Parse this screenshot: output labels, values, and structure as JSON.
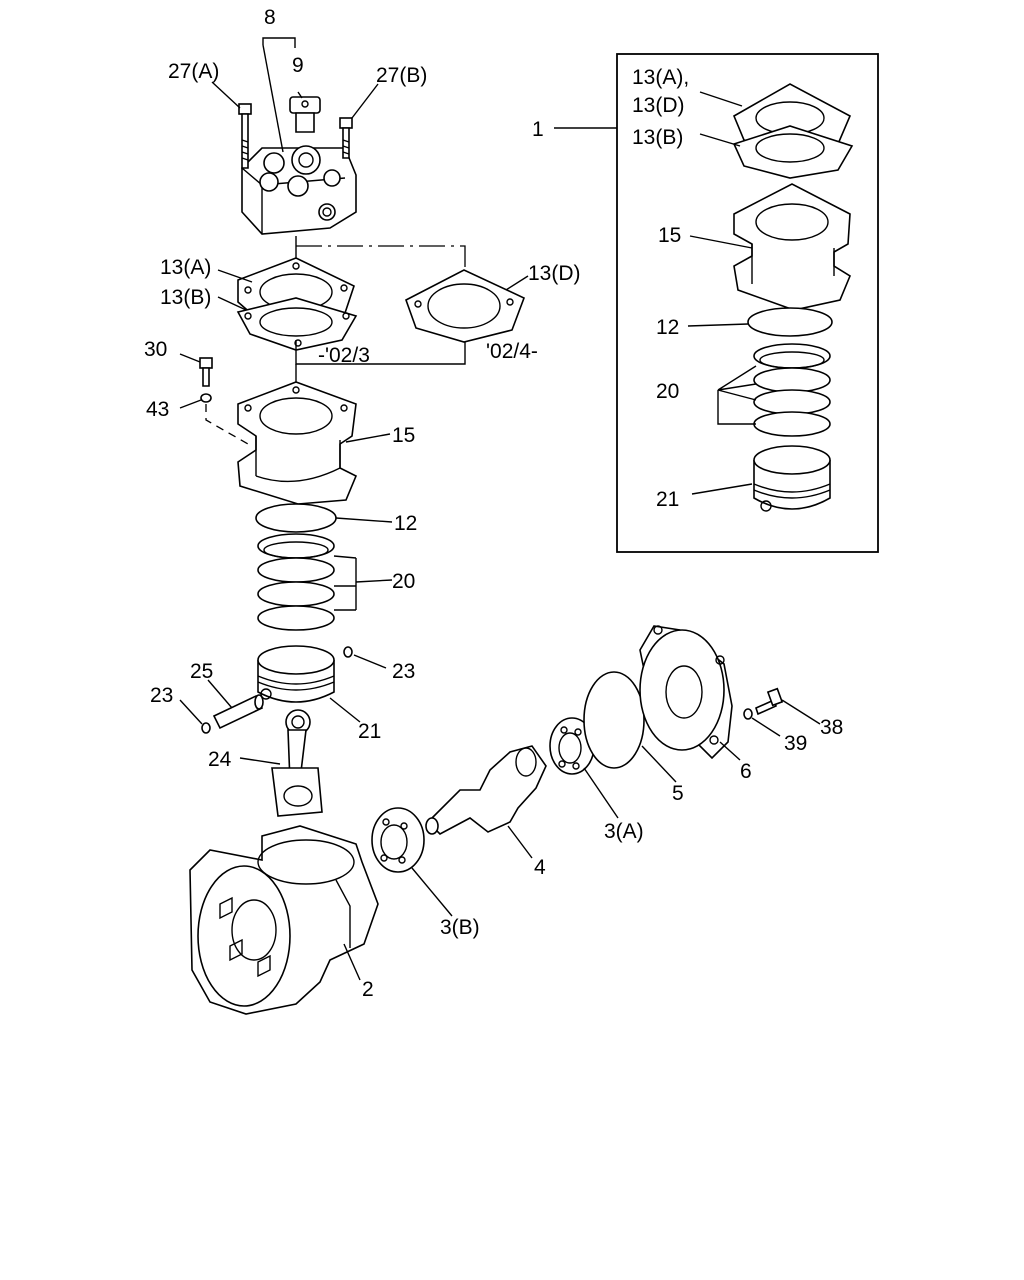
{
  "labels": {
    "l8": "8",
    "l9": "9",
    "l27a": "27(A)",
    "l27b": "27(B)",
    "l13a_top": "13(A)",
    "l13b_top": "13(B)",
    "l13d_top": "13(D)",
    "l0203": "-'02/3",
    "l0204": "'02/4-",
    "l30": "30",
    "l43": "43",
    "l15": "15",
    "l12": "12",
    "l20": "20",
    "l23a": "23",
    "l23b": "23",
    "l25": "25",
    "l21": "21",
    "l24": "24",
    "l2": "2",
    "l3b": "3(B)",
    "l4": "4",
    "l3a": "3(A)",
    "l5": "5",
    "l6": "6",
    "l38": "38",
    "l39": "39"
  },
  "kit": {
    "l1": "1",
    "l13a": "13(A),",
    "l13d": "13(D)",
    "l13b": "13(B)",
    "l15": "15",
    "l12": "12",
    "l20": "20",
    "l21": "21"
  }
}
